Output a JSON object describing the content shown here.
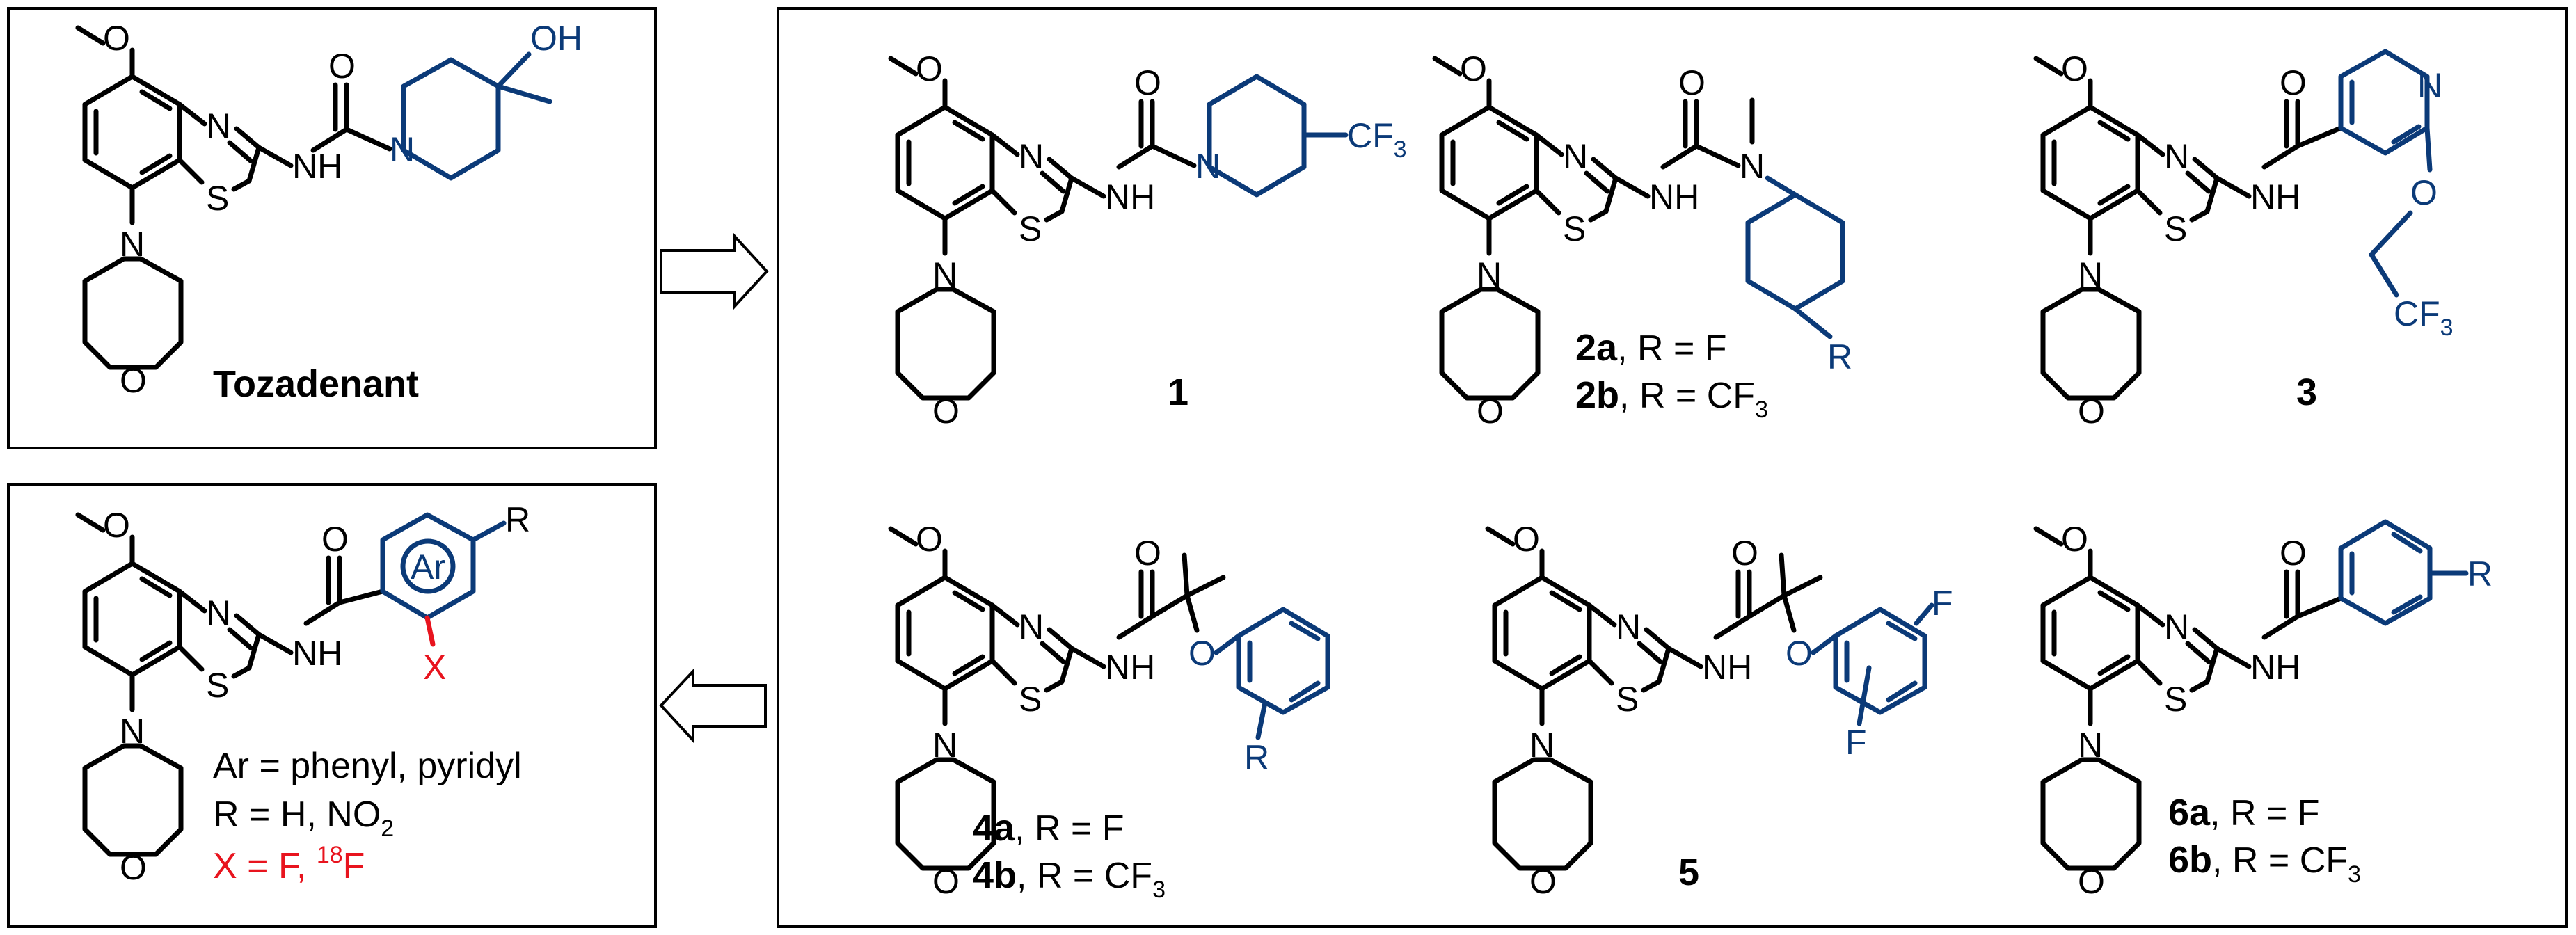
{
  "atoms": {
    "N": "N",
    "S": "S",
    "O": "O",
    "NH": "NH",
    "OH": "OH",
    "CF3_main": "CF",
    "CF3_sub": "3",
    "R": "R",
    "F": "F",
    "X": "X",
    "Ar": "Ar"
  },
  "labels": {
    "tozadenant": "Tozadenant",
    "c1": "1",
    "c2a_id": "2a",
    "c2a_rest": ", R = F",
    "c2b_id": "2b",
    "c2b_rest": ", R = CF",
    "c3": "3",
    "c4a_id": "4a",
    "c4a_rest": ", R = F",
    "c4b_id": "4b",
    "c4b_rest": ", R = CF",
    "c5": "5",
    "c6a_id": "6a",
    "c6a_rest": ", R = F",
    "c6b_id": "6b",
    "c6b_rest": ", R = CF",
    "sub3": "3"
  },
  "legend": {
    "ar": "Ar = phenyl, pyridyl",
    "r_main": "R = H, NO",
    "r_sub": "2",
    "x_main": "X = F, ",
    "x_sup": "18",
    "x_f": "F"
  },
  "colors": {
    "scaffold": "#000000",
    "variable_fragment": "#0b3a78",
    "leaving_group_label": "#e8141e"
  }
}
